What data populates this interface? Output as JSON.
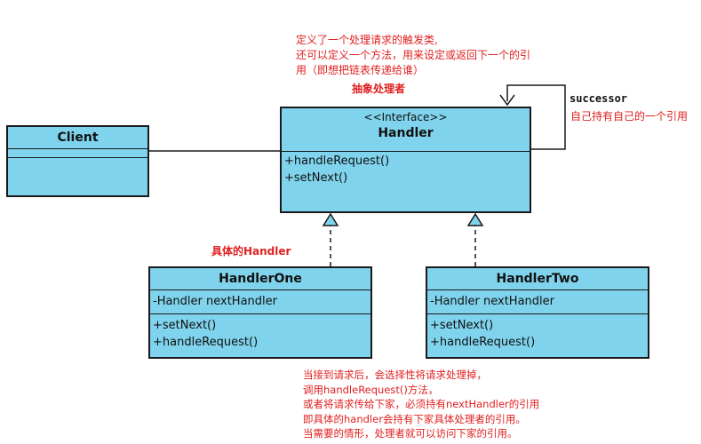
{
  "client": {
    "name": "Client"
  },
  "handler": {
    "stereotype": "<<Interface>>",
    "name": "Handler",
    "methods": [
      "+handleRequest()",
      "+setNext()"
    ]
  },
  "handler_one": {
    "name": "HandlerOne",
    "attributes": [
      "-Handler nextHandler"
    ],
    "methods": [
      "+setNext()",
      "+handleRequest()"
    ]
  },
  "handler_two": {
    "name": "HandlerTwo",
    "attributes": [
      "-Handler nextHandler"
    ],
    "methods": [
      "+setNext()",
      "+handleRequest()"
    ]
  },
  "labels": {
    "successor": "successor",
    "successor_note": "自己持有自己的一个引用",
    "abstract_handler": "抽象处理者",
    "concrete_handler": "具体的Handler"
  },
  "notes": {
    "top": [
      "定义了一个处理请求的触发类,",
      "还可以定义一个方法，用来设定或返回下一个的引",
      "用（即想把链表传递给谁）"
    ],
    "bottom": [
      "当接到请求后，会选择性将请求处理掉，",
      "调用handleRequest()方法，",
      "或者将请求传给下家，必须持有nextHandler的引用",
      "即具体的handler会持有下家具体处理者的引用。",
      "当需要的情形，处理者就可以访问下家的引用。"
    ]
  },
  "colors": {
    "class_fill": "#7fd3ec",
    "note_text": "#e02020",
    "line": "#1a1a1a"
  }
}
